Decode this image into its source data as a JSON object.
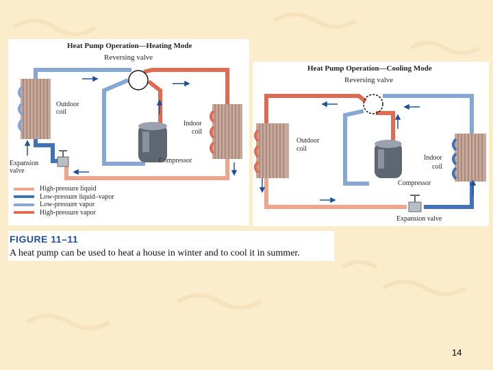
{
  "colors": {
    "high_pressure_liquid": "#f0a48c",
    "low_pressure_liquid": "#3f72b6",
    "low_pressure_vapor": "#86a6d4",
    "high_pressure_vapor": "#e06b53",
    "caption_blue": "#1d4f9c",
    "background": "#fbeccc"
  },
  "heating": {
    "title": "Heat Pump Operation—Heating Mode",
    "reversing_valve": "Reversing valve",
    "outdoor_coil_1": "Outdoor",
    "outdoor_coil_2": "coil",
    "indoor_coil_1": "Indoor",
    "indoor_coil_2": "coil",
    "compressor": "Compressor",
    "expansion_1": "Expansion",
    "expansion_2": "valve"
  },
  "legend": [
    {
      "label": "High-pressure liquid",
      "color_key": "high_pressure_liquid"
    },
    {
      "label": "Low-pressure liquid–vapor",
      "color_key": "low_pressure_liquid"
    },
    {
      "label": "Low-pressure vapor",
      "color_key": "low_pressure_vapor"
    },
    {
      "label": "High-pressure vapor",
      "color_key": "high_pressure_vapor"
    }
  ],
  "cooling": {
    "title": "Heat Pump Operation—Cooling Mode",
    "reversing_valve": "Reversing valve",
    "outdoor_coil_1": "Outdoor",
    "outdoor_coil_2": "coil",
    "indoor_coil_1": "Indoor",
    "indoor_coil_2": "coil",
    "compressor": "Compressor",
    "expansion": "Expansion valve"
  },
  "figure": {
    "number": "FIGURE 11–11",
    "caption": "A heat pump can be used to heat a house in winter and to cool it in summer."
  },
  "page_number": "14"
}
